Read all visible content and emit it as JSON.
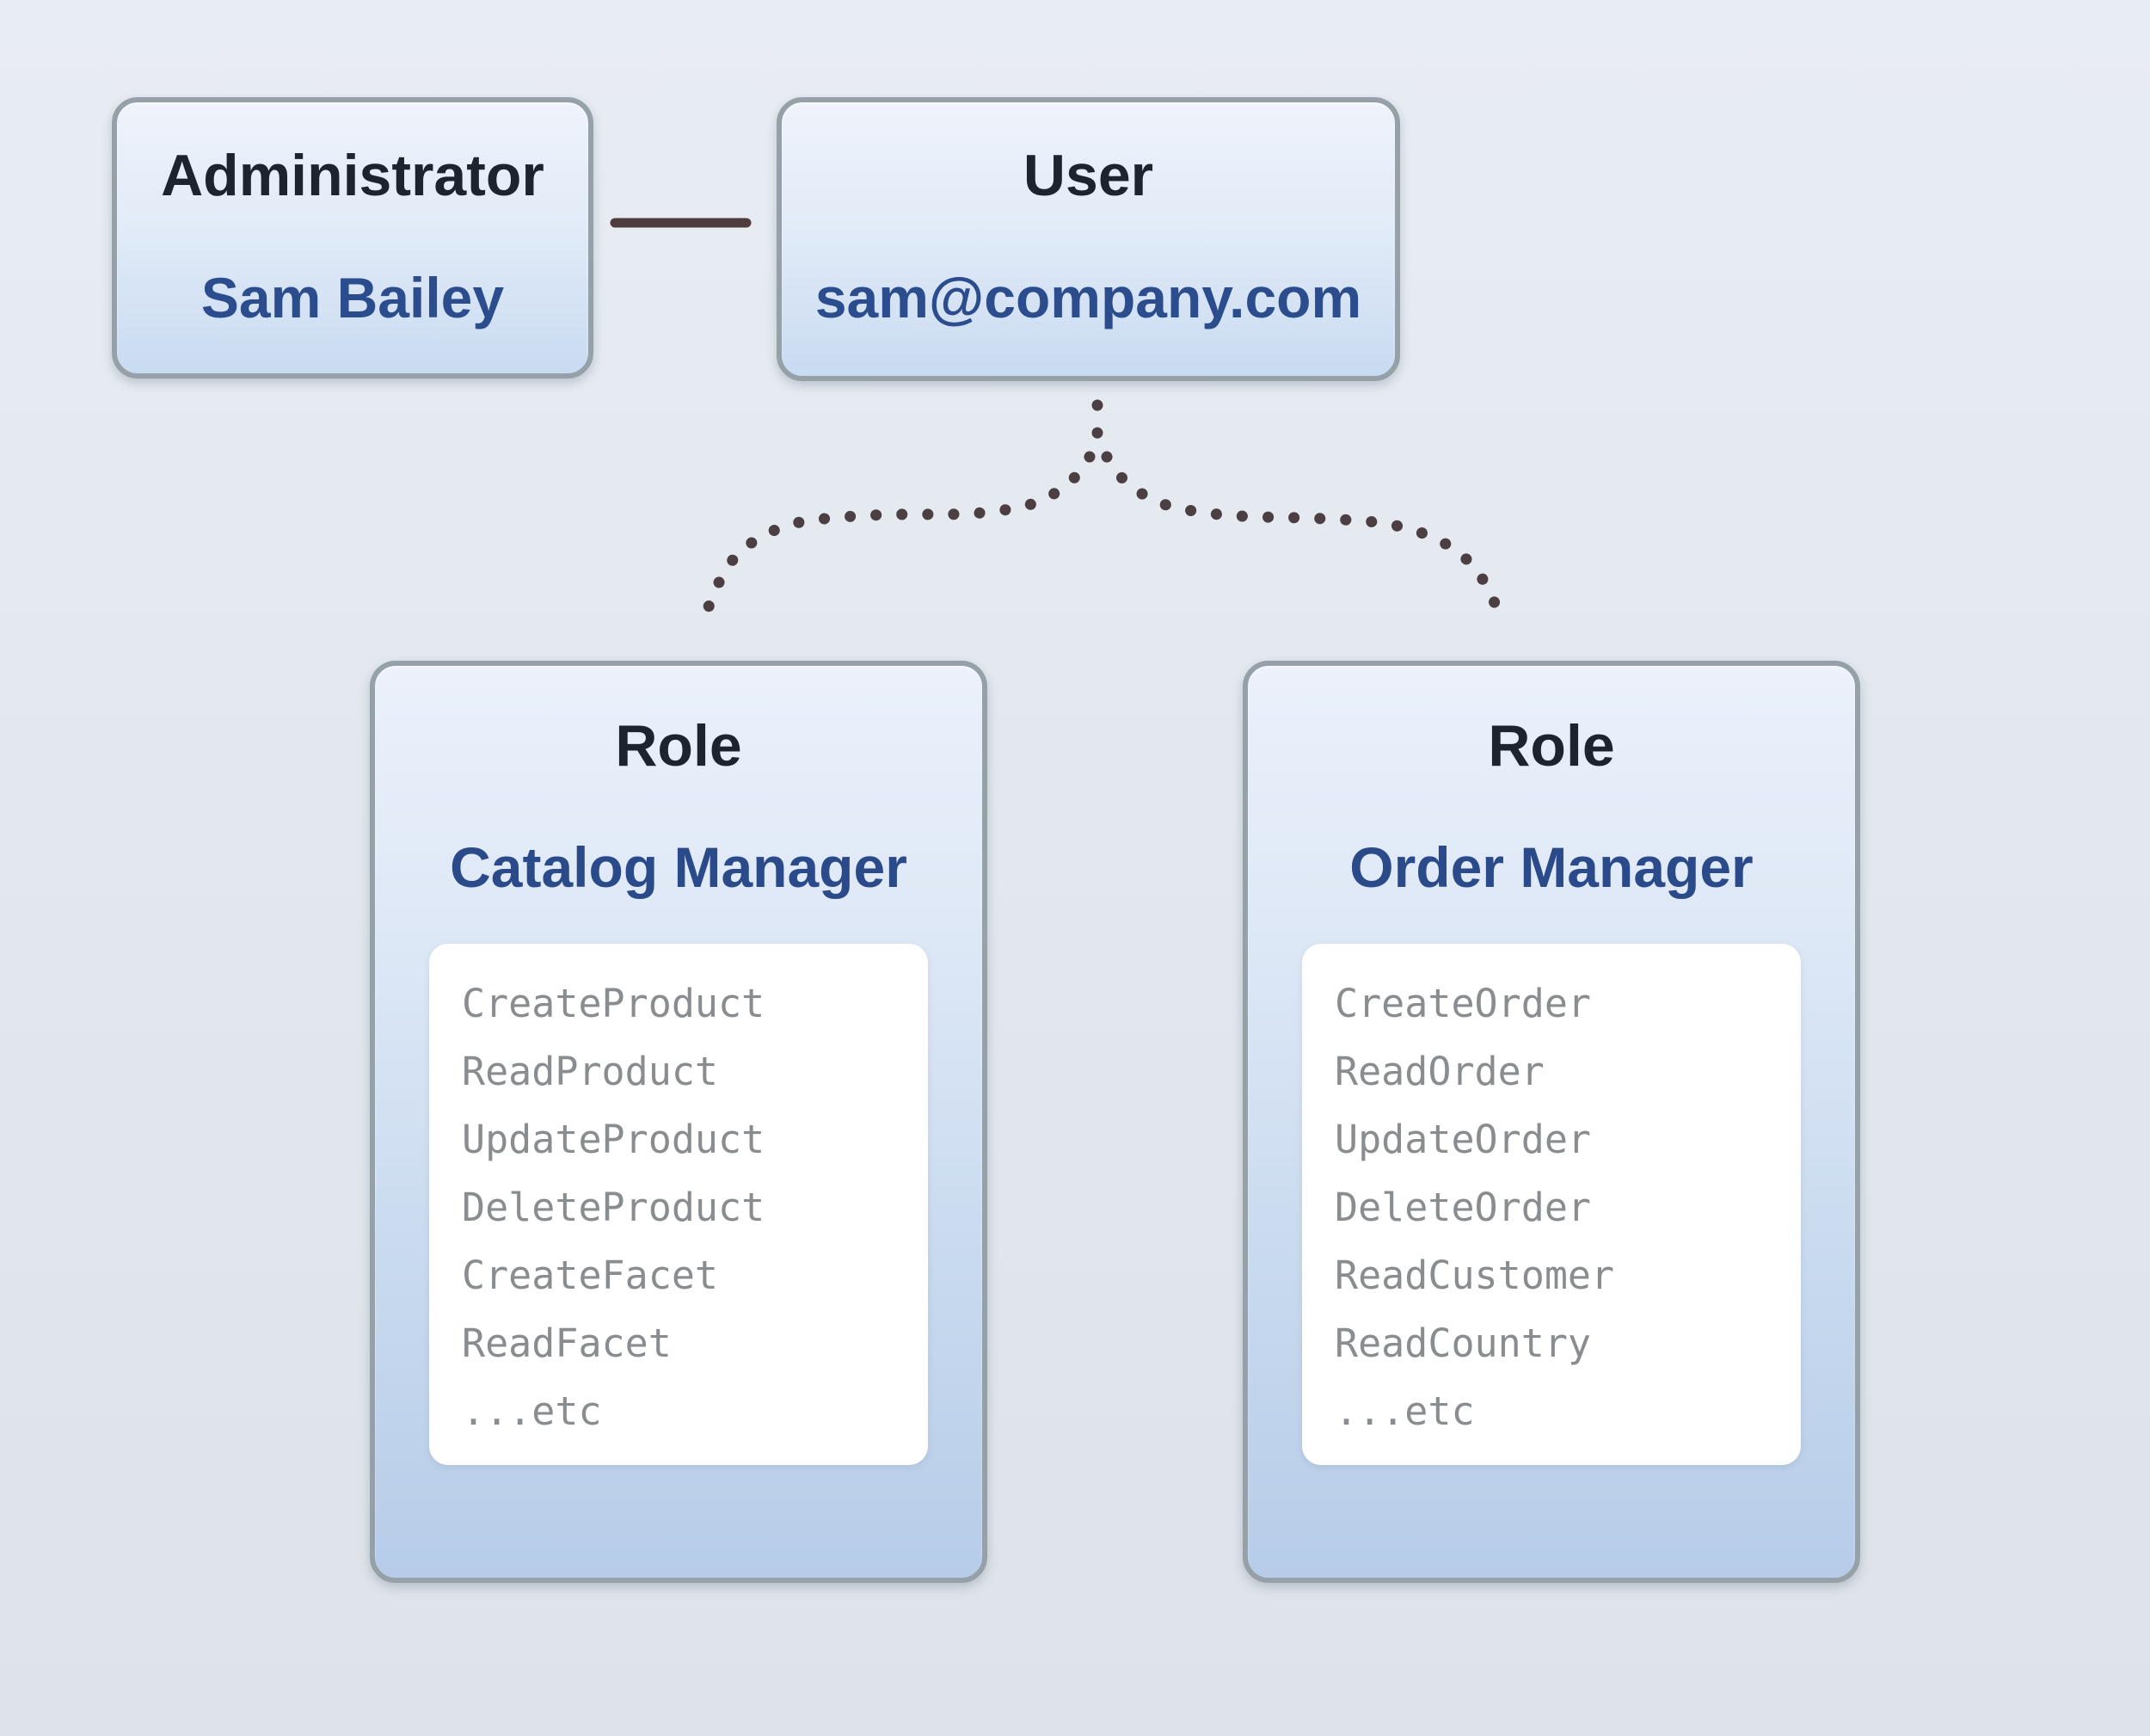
{
  "diagram": {
    "admin_box": {
      "title": "Administrator",
      "name": "Sam Bailey"
    },
    "user_box": {
      "title": "User",
      "name": "sam@company.com"
    },
    "roles": [
      {
        "title": "Role",
        "name": "Catalog Manager",
        "permissions": [
          "CreateProduct",
          "ReadProduct",
          "UpdateProduct",
          "DeleteProduct",
          "CreateFacet",
          "ReadFacet",
          "...etc"
        ]
      },
      {
        "title": "Role",
        "name": "Order Manager",
        "permissions": [
          "CreateOrder",
          "ReadOrder",
          "UpdateOrder",
          "DeleteOrder",
          "ReadCustomer",
          "ReadCountry",
          "...etc"
        ]
      }
    ],
    "colors": {
      "box_border": "#95a0a8",
      "box_fill_top": "#eff3fb",
      "box_fill_bottom": "#b7cce9",
      "heading_dark": "#1d2430",
      "heading_blue": "#2b4d8e",
      "permission_text": "#8a8d90",
      "panel_white": "#ffffff",
      "connector_line": "#4e3c3e",
      "dotted_line": "#4b3f43",
      "background": "#e2e8ee"
    }
  }
}
